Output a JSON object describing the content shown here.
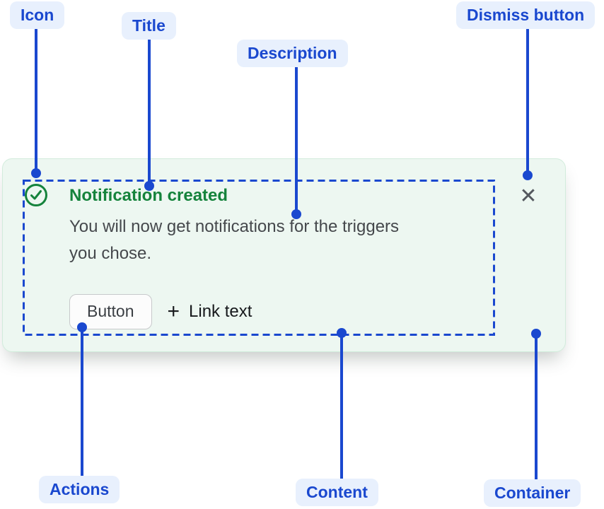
{
  "annotations": {
    "icon": "Icon",
    "title": "Title",
    "description": "Description",
    "dismiss": "Dismiss button",
    "actions": "Actions",
    "content": "Content",
    "container": "Container"
  },
  "toast": {
    "title": "Notification created",
    "description_lines": [
      "You will now get notifications for the triggers",
      "you chose."
    ],
    "button_label": "Button",
    "link_label": "Link text",
    "icons": {
      "status": "check-circle",
      "plus": "+",
      "close": "✕"
    },
    "colors": {
      "annotation_blue": "#1a48cf",
      "annotation_pill_bg": "#e8f0fd",
      "success_green": "#15833c",
      "toast_bg": "#edf7f1",
      "toast_border": "#d2ecdc",
      "description_text": "#45484c",
      "content_outline": "#1a48cf"
    }
  }
}
